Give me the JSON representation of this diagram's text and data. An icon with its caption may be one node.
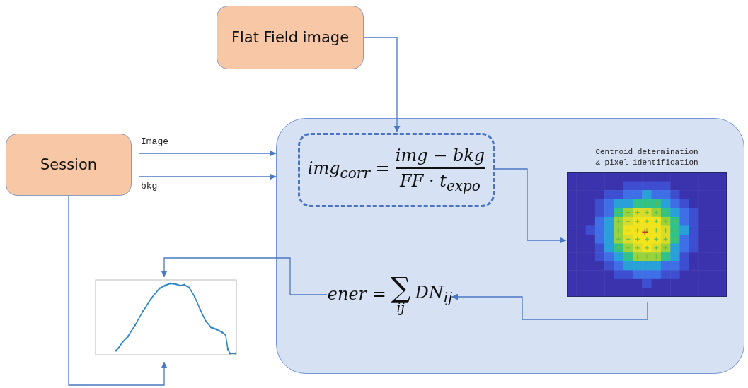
{
  "diagram": {
    "nodes": [
      {
        "text": [
          "Flat Field image"
        ]
      },
      {
        "text": [
          "Session"
        ]
      },
      {
        "text": [],
        "shape": "box"
      },
      {
        "text": [
          "img$_{corr}$ =",
          "img − bkg",
          "FF · t$_{expo}$"
        ],
        "in": 2
      },
      {
        "text": [
          "Centroid determination & pixel identification"
        ],
        "in": 2
      },
      {
        "text": [
          "ener =",
          "∑",
          "ij",
          "DN$_{ij}$"
        ],
        "in": 2
      },
      {
        "text": [],
        "shape": "picture"
      }
    ],
    "edges": [
      {
        "from": 0,
        "to": 3,
        "arrow": "to"
      },
      {
        "from": 1,
        "to": 2,
        "arrow": "to",
        "label": "Image"
      },
      {
        "from": 1,
        "to": 2,
        "arrow": "to",
        "label": "bkg"
      },
      {
        "from": 3,
        "to": 4,
        "arrow": "to"
      },
      {
        "from": 4,
        "to": 5,
        "arrow": "to"
      },
      {
        "from": 5,
        "to": 6,
        "arrow": "to"
      },
      {
        "from": 1,
        "to": 6,
        "arrow": "to"
      }
    ]
  }
}
